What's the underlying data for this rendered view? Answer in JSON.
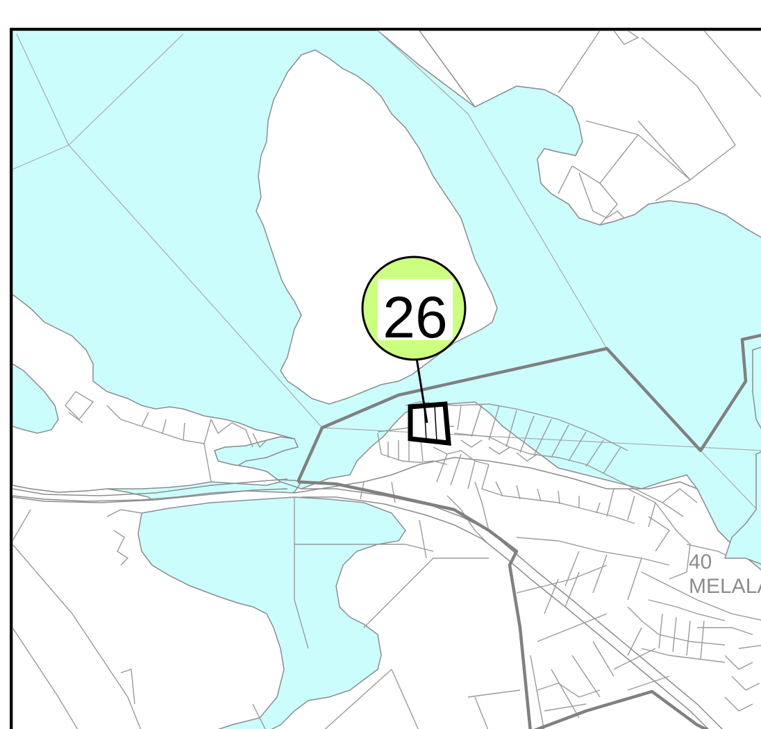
{
  "marker": {
    "number": "26",
    "circle_color": "#ccff80",
    "label_background": "#ffffff"
  },
  "district": {
    "number": "40",
    "name": "MELALA"
  },
  "colors": {
    "water": "#ccfdfd",
    "land": "#ffffff",
    "parcel_lines": "#9a9a9a",
    "district_boundary": "#808080",
    "site_outline": "#000000",
    "frame": "#000000"
  }
}
